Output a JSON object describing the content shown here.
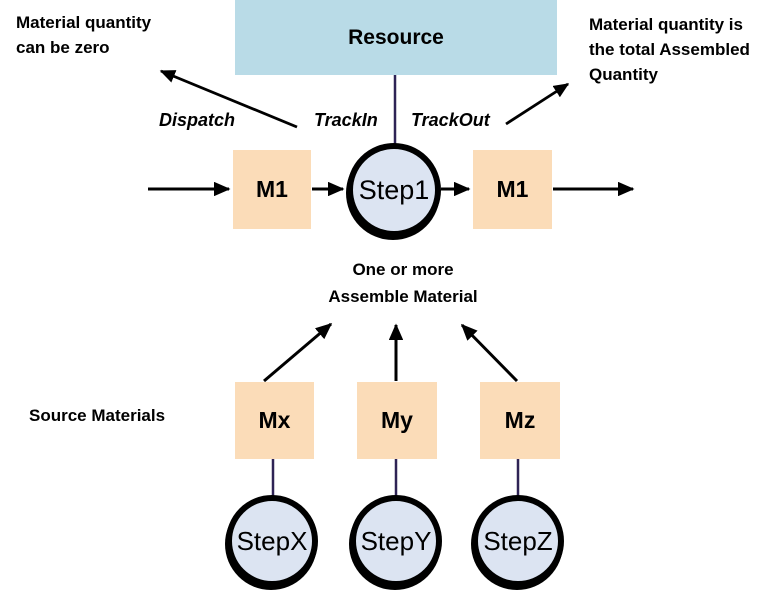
{
  "colors": {
    "resource_fill": "#b9dbe7",
    "material_fill": "#fbdcb8",
    "step_fill": "#dce4f2",
    "connector_line": "#2e2355",
    "arrow_and_text": "#000000",
    "background": "#ffffff"
  },
  "diagram": {
    "resource_label": "Resource",
    "edge_labels": {
      "dispatch": "Dispatch",
      "track_in": "TrackIn",
      "track_out": "TrackOut"
    },
    "notes": {
      "top_left": "Material quantity\ncan be zero",
      "top_right": "Material quantity is\nthe total Assembled\nQuantity",
      "assemble": "One or more\nAssemble Material",
      "source": "Source Materials"
    },
    "main_flow": {
      "material_in": "M1",
      "step": "Step1",
      "material_out": "M1"
    },
    "source_materials": [
      {
        "material": "Mx",
        "step": "StepX"
      },
      {
        "material": "My",
        "step": "StepY"
      },
      {
        "material": "Mz",
        "step": "StepZ"
      }
    ]
  }
}
